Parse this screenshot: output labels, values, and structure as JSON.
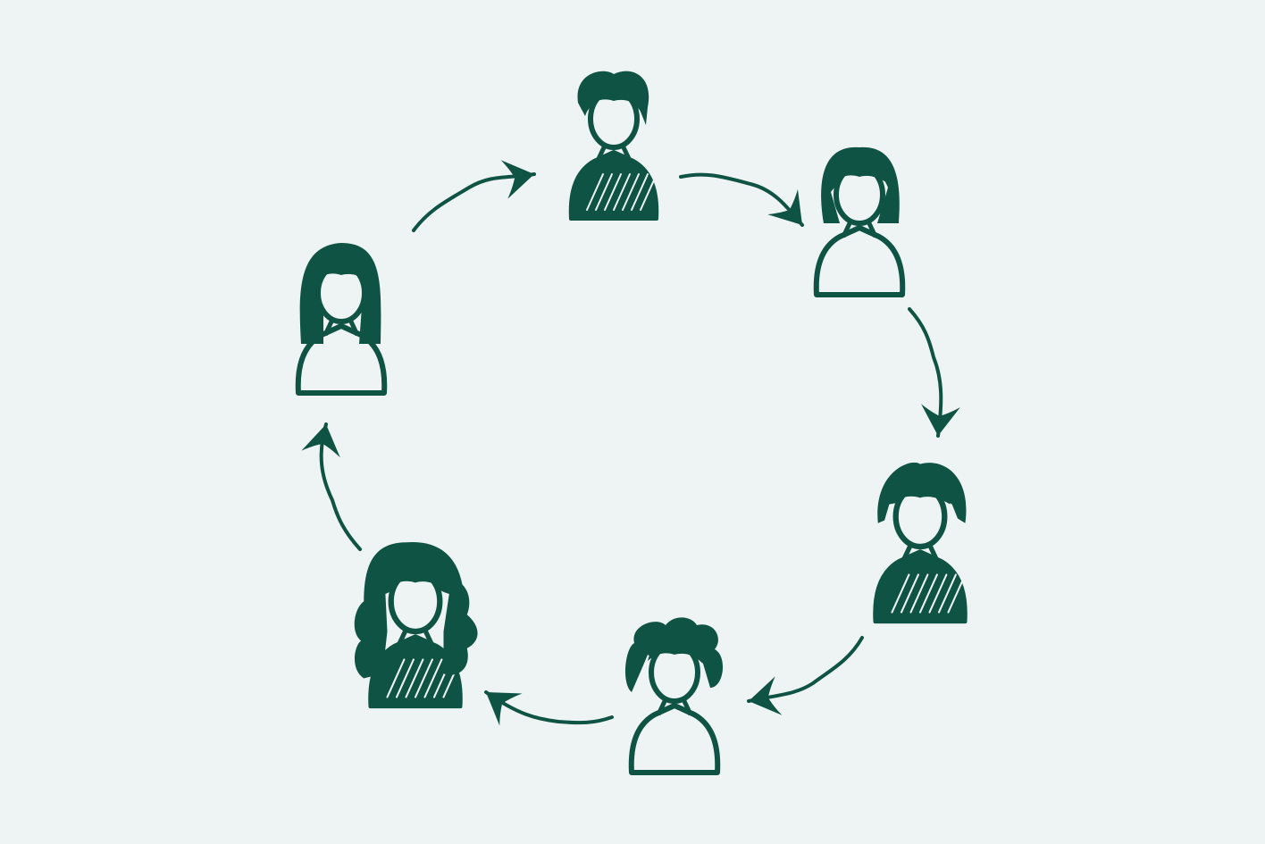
{
  "colors": {
    "background": "#eef3f3",
    "ink": "#0f5344"
  },
  "diagram": {
    "type": "cycle",
    "direction": "clockwise",
    "people": [
      {
        "id": "person-top",
        "hair": "short",
        "torso": "hatched"
      },
      {
        "id": "person-top-right",
        "hair": "bob",
        "torso": "outline"
      },
      {
        "id": "person-right",
        "hair": "messy-short",
        "torso": "hatched"
      },
      {
        "id": "person-bottom",
        "hair": "curly",
        "torso": "outline"
      },
      {
        "id": "person-bottom-left",
        "hair": "long-curly",
        "torso": "hatched"
      },
      {
        "id": "person-left",
        "hair": "long-straight",
        "torso": "outline"
      }
    ]
  }
}
